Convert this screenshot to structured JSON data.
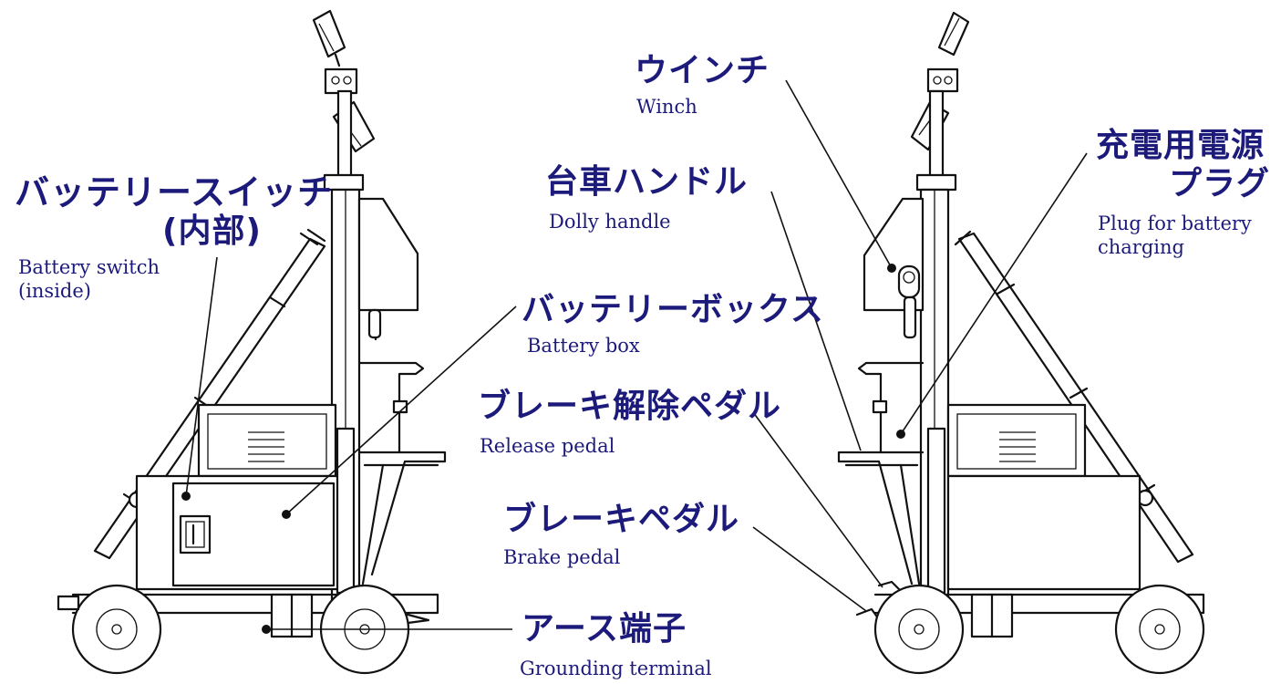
{
  "labels": {
    "winch": {
      "jp": "ウインチ",
      "en": "Winch"
    },
    "dolly_handle": {
      "jp": "台車ハンドル",
      "en": "Dolly handle"
    },
    "charging_plug": {
      "jp_line1": "充電用電源",
      "jp_line2": "プラグ",
      "en_line1": "Plug for battery",
      "en_line2": "charging"
    },
    "battery_switch": {
      "jp_line1": "バッテリースイッチ",
      "jp_line2": "(内部)",
      "en_line1": "Battery switch",
      "en_line2": "(inside)"
    },
    "battery_box": {
      "jp": "バッテリーボックス",
      "en": "Battery box"
    },
    "release_pedal": {
      "jp": "ブレーキ解除ペダル",
      "en": "Release pedal"
    },
    "brake_pedal": {
      "jp": "ブレーキペダル",
      "en": "Brake pedal"
    },
    "grounding_terminal": {
      "jp": "アース端子",
      "en": "Grounding terminal"
    }
  },
  "colors": {
    "label_text": "#1c1a7a",
    "line_art": "#111111",
    "background": "#ffffff"
  }
}
